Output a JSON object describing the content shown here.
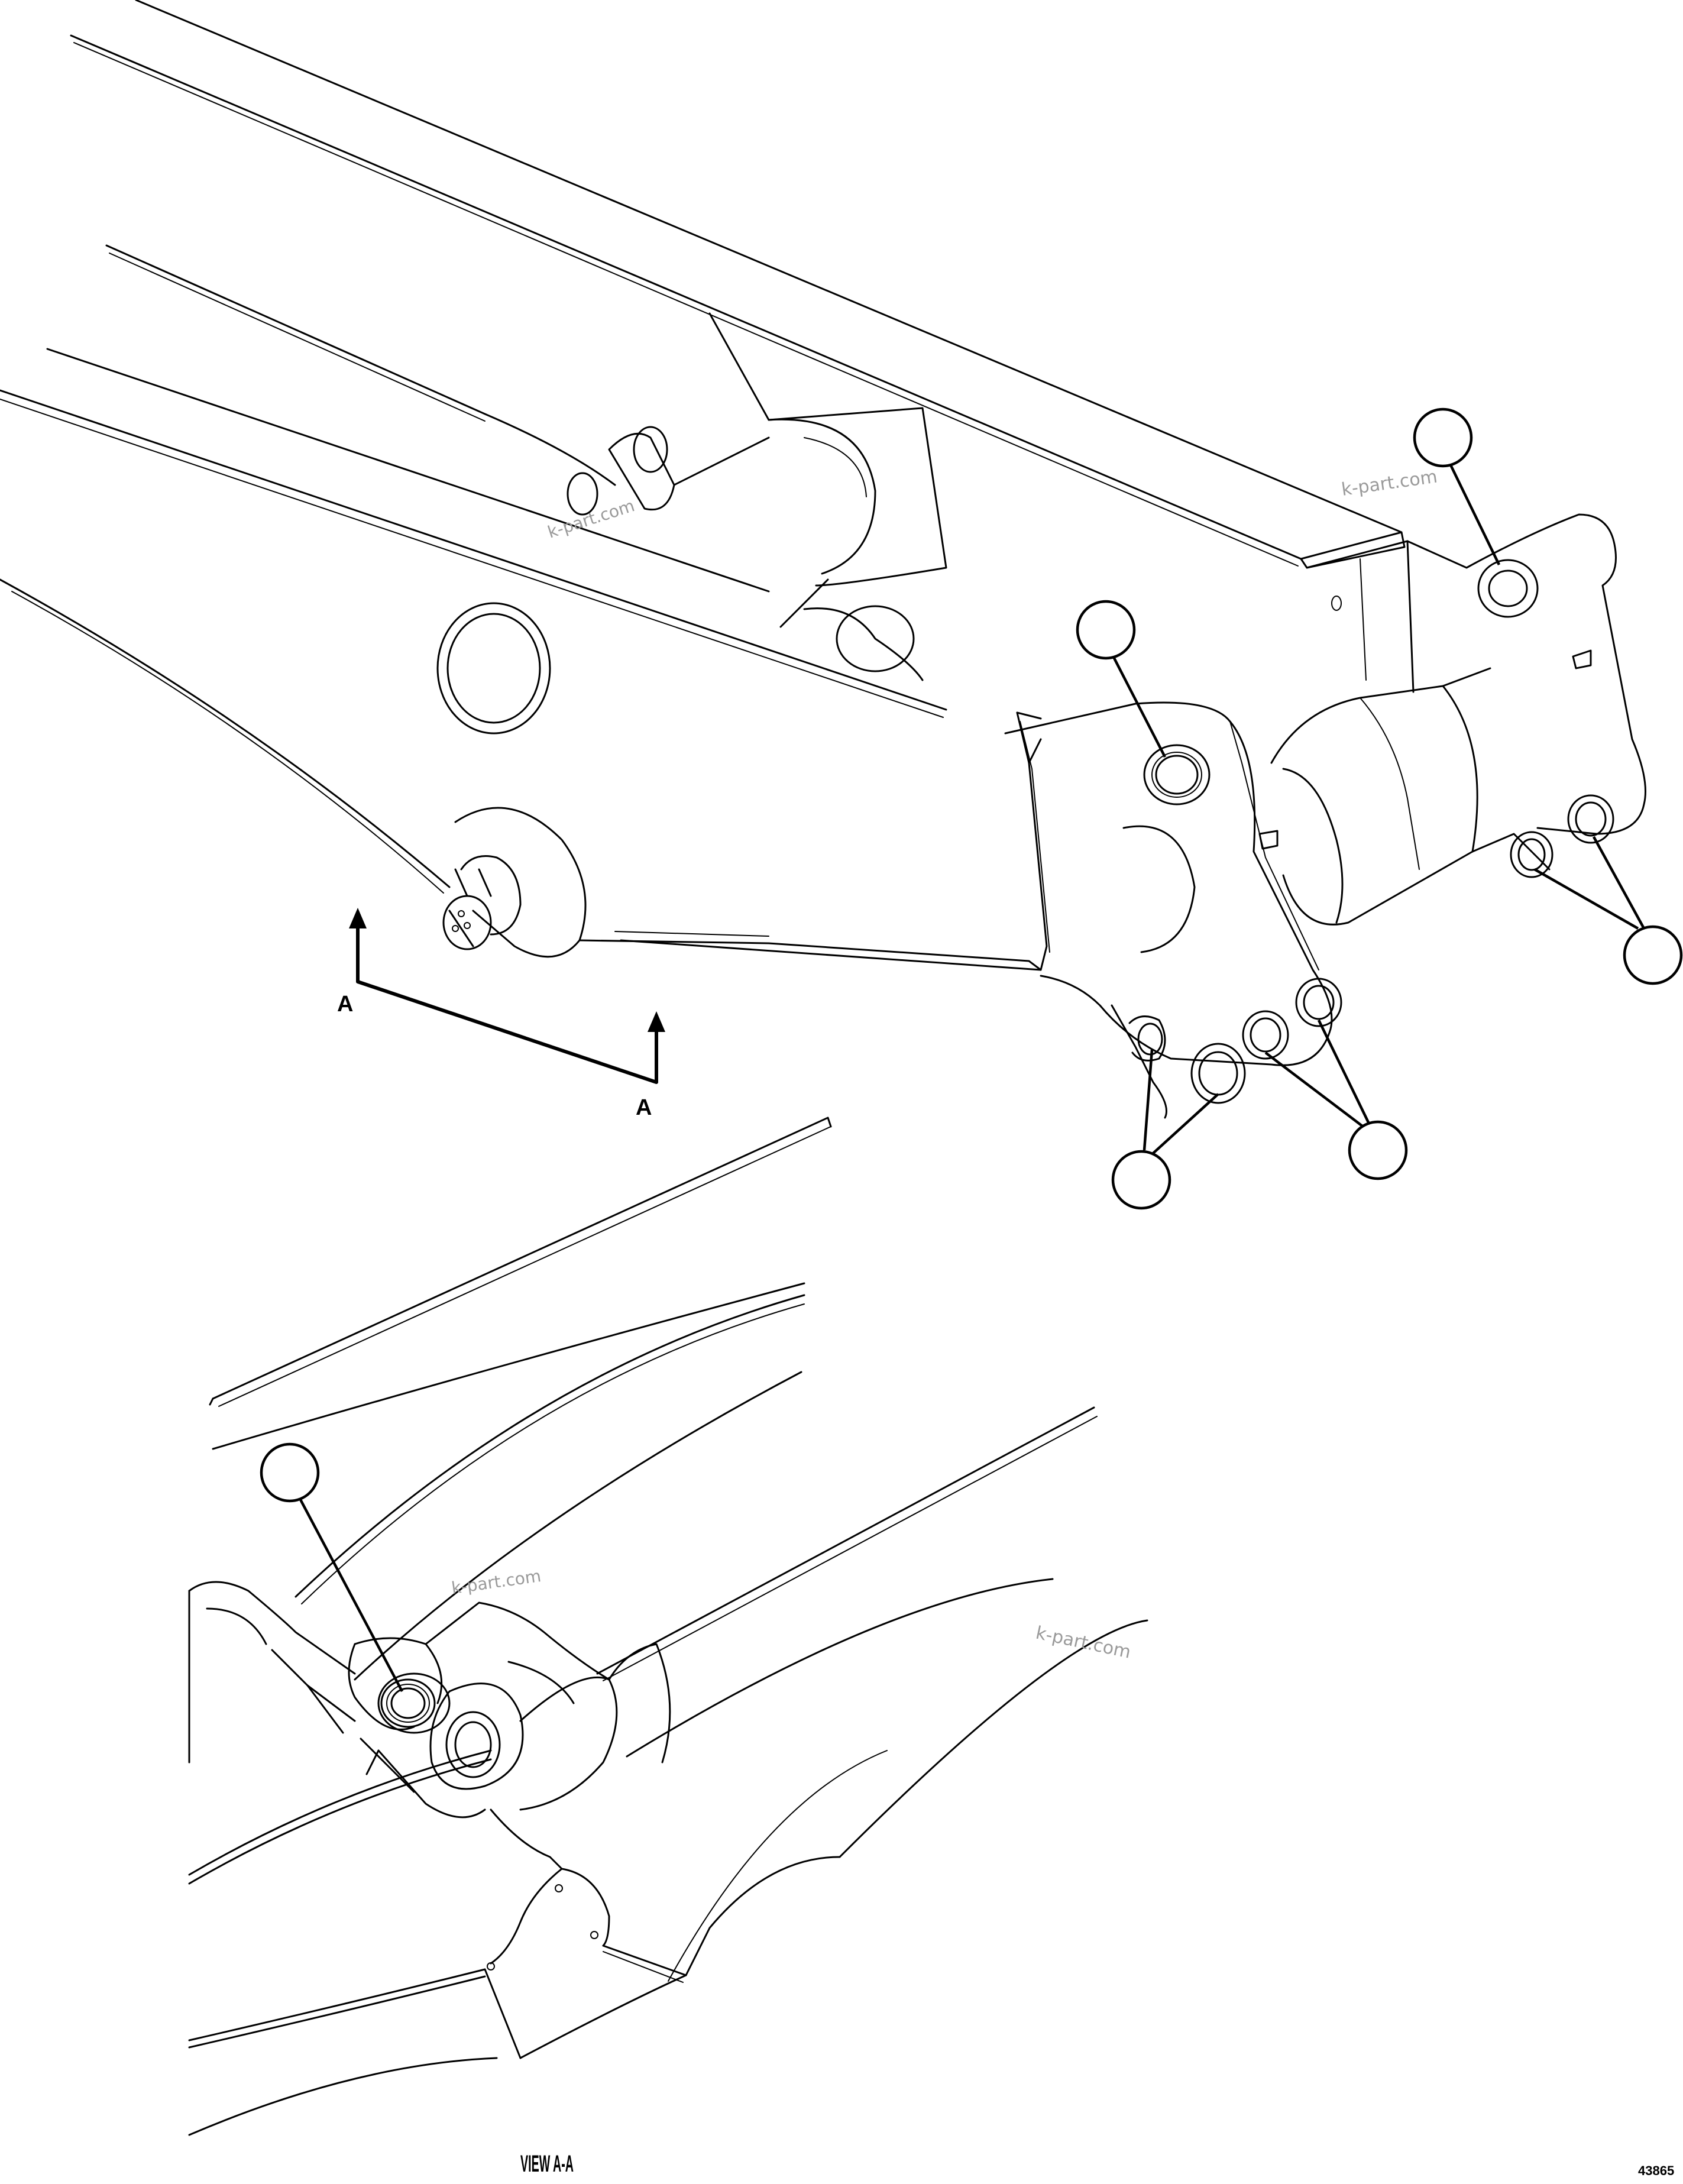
{
  "section": {
    "letter_left": "A",
    "letter_right": "A"
  },
  "view_caption": "VIEW A-A",
  "figure_code": "43865",
  "watermarks": [
    "k-part.com",
    "k-part.com",
    "k-part.com",
    "k-part.com"
  ],
  "callouts": [
    {
      "name": "callout-boom-tip-upper-pin",
      "label": ""
    },
    {
      "name": "callout-bucket-cylinder-pin",
      "label": ""
    },
    {
      "name": "callout-lower-right-pins",
      "label": ""
    },
    {
      "name": "callout-arm-nose-pins-right",
      "label": ""
    },
    {
      "name": "callout-arm-nose-pins-left",
      "label": ""
    },
    {
      "name": "callout-view-aa-pin",
      "label": ""
    }
  ]
}
